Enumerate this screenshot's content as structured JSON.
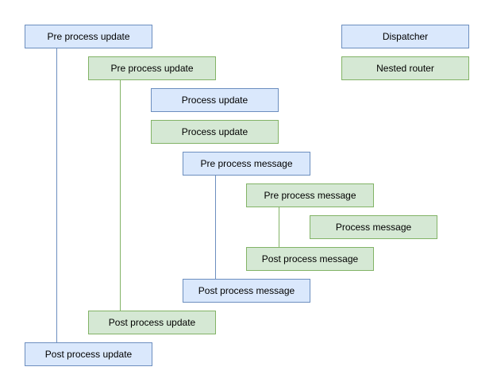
{
  "diagram": {
    "type": "sequence-hook-diagram",
    "colors": {
      "dispatcher_fill": "#dae8fc",
      "dispatcher_border": "#6c8ebf",
      "nested_router_fill": "#d5e8d4",
      "nested_router_border": "#82b366",
      "text": "#000000",
      "background": "#ffffff"
    },
    "nodes": [
      {
        "label": "Pre process update",
        "lane": "dispatcher",
        "color": "blue"
      },
      {
        "label": "Dispatcher",
        "lane": "dispatcher",
        "color": "blue"
      },
      {
        "label": "Pre process update",
        "lane": "nested-router",
        "color": "green"
      },
      {
        "label": "Nested router",
        "lane": "nested-router",
        "color": "green"
      },
      {
        "label": "Process update",
        "lane": "dispatcher",
        "color": "blue"
      },
      {
        "label": "Process update",
        "lane": "nested-router",
        "color": "green"
      },
      {
        "label": "Pre process message",
        "lane": "dispatcher",
        "color": "blue"
      },
      {
        "label": "Pre process message",
        "lane": "nested-router",
        "color": "green"
      },
      {
        "label": "Process message",
        "lane": "nested-router",
        "color": "green"
      },
      {
        "label": "Post process message",
        "lane": "nested-router",
        "color": "green"
      },
      {
        "label": "Post process message",
        "lane": "dispatcher",
        "color": "blue"
      },
      {
        "label": "Post process update",
        "lane": "nested-router",
        "color": "green"
      },
      {
        "label": "Post process update",
        "lane": "dispatcher",
        "color": "blue"
      }
    ],
    "connectors": [
      {
        "from": "Pre process update (dispatcher)",
        "to": "Post process update (dispatcher)",
        "color": "blue"
      },
      {
        "from": "Pre process update (nested router)",
        "to": "Post process update (nested router)",
        "color": "green"
      },
      {
        "from": "Pre process message (dispatcher)",
        "to": "Post process message (dispatcher)",
        "color": "blue"
      },
      {
        "from": "Pre process message (nested router)",
        "to": "Post process message (nested router)",
        "color": "green"
      }
    ]
  }
}
